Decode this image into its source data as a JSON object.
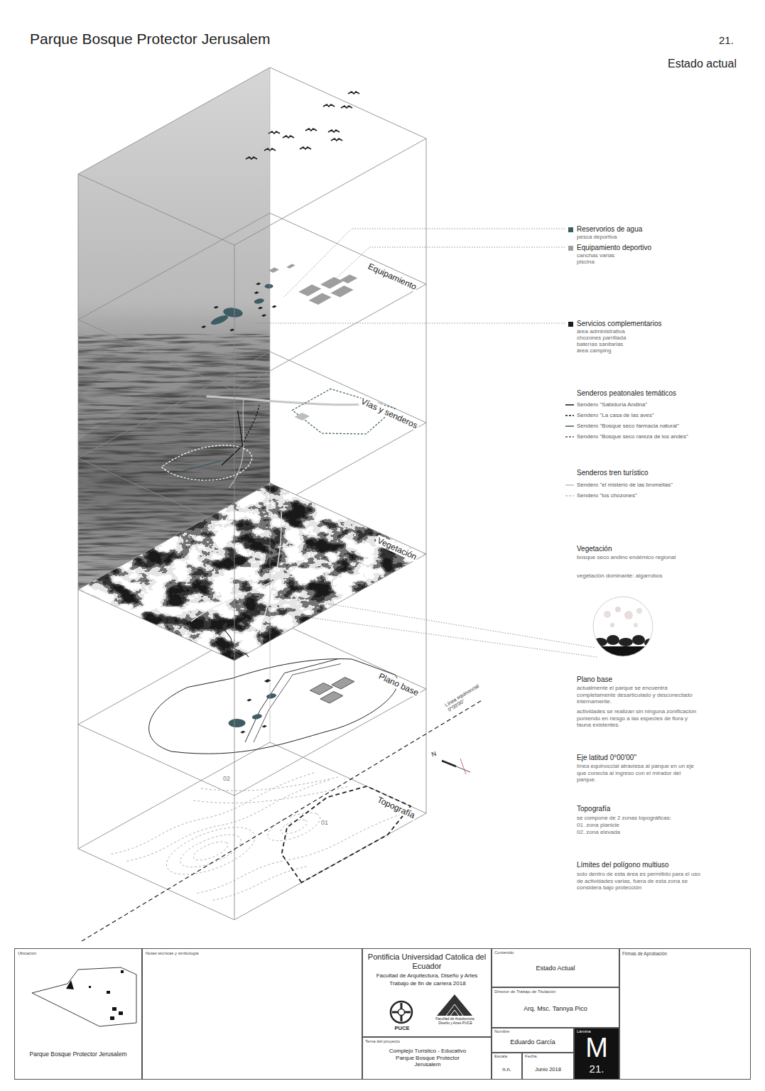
{
  "diagram": {
    "title": "Parque Bosque Protector Jerusalem",
    "nodes": [
      {
        "text": [
          "Ubicación",
          "Parque Bosque Protector Jerusalem"
        ]
      },
      {
        "text": [
          "Notas técnicas y simbología"
        ]
      },
      {
        "text": [
          "Pontificia Universidad Catolica del Ecuador",
          "Facultad de Arquitectura, Diseño y Artes",
          "Trabajo de fin de carrera 2018",
          "PUCE",
          "Facultad de Arquitectura, Diseño y Artes PUCE"
        ]
      },
      {
        "text": [
          "Tema del proyecto",
          "Complejo Turístico - Educativo Parque Bosque Protector Jerusalem"
        ]
      },
      {
        "text": [
          "Contenido",
          "Estado Actual"
        ]
      },
      {
        "text": [
          "Director de Trabajo de Titulación",
          "Arq. Msc. Tannya Pico"
        ]
      },
      {
        "text": [
          "Nombre",
          "Eduardo García"
        ]
      },
      {
        "text": [
          "Lámina",
          "M",
          "21."
        ]
      },
      {
        "text": [
          "Escala",
          "n.n."
        ]
      },
      {
        "text": [
          "Fecha",
          "Junio 2018"
        ]
      },
      {
        "text": [
          "Firmas de Aprobación"
        ]
      }
    ],
    "labels": [
      "21.",
      "Estado actual",
      "Equipamiento",
      "Vías y senderos",
      "Vegetación",
      "Plano base",
      "Topografía",
      "Línea equinoccial 0°00'00\"",
      "N",
      "02",
      "01",
      "pesca deportiva",
      "canchas varias",
      "piscina",
      "área administrativa",
      "chozones parrillada",
      "baterías sanitarias",
      "área camping",
      "Senderos peatonales temáticos",
      "Senderos tren turístico",
      "Vegetación",
      "bosque seco andino endémico regional",
      "vegetación dominante: algarrobos",
      "Plano base",
      "actualmente el parque se encuentra completamente desarticulado y desconectado internamente.",
      "actividades se realizan sin ninguna zonificación poniendo en riesgo a las especies de flora y fauna existentes.",
      "Eje latitud 0°00'00\"",
      "línea equinoccial atraviesa al parque en un eje que conecta al ingreso con el mirador del parque.",
      "Topografía",
      "se compone de 2 zonas topográficas:",
      "01. zona planicie",
      "02. zona elevada",
      "Límites del polígono multiuso",
      "solo dentro de esta área es permitido para el uso de actividades varias, fuera de esta zona se considera bajo protección"
    ],
    "legend": [
      {
        "text": "Reservorios de agua",
        "color": "#3e5c63"
      },
      {
        "text": "Equipamiento deportivo",
        "color": "#9e9e9e"
      },
      {
        "text": "Servicios complementarios",
        "color": "#1c1c1c"
      },
      {
        "text": "Sendero \"Sabiduría Andina\""
      },
      {
        "text": "Sendero \"La casa de las aves\""
      },
      {
        "text": "Sendero \"Bosque seco farmacia natural\""
      },
      {
        "text": "Sendero \"Bosque seco rareza de los andes\""
      },
      {
        "text": "Sendero \"el misterio de las bromelias\""
      },
      {
        "text": "Sendero \"los chozones\""
      }
    ]
  }
}
